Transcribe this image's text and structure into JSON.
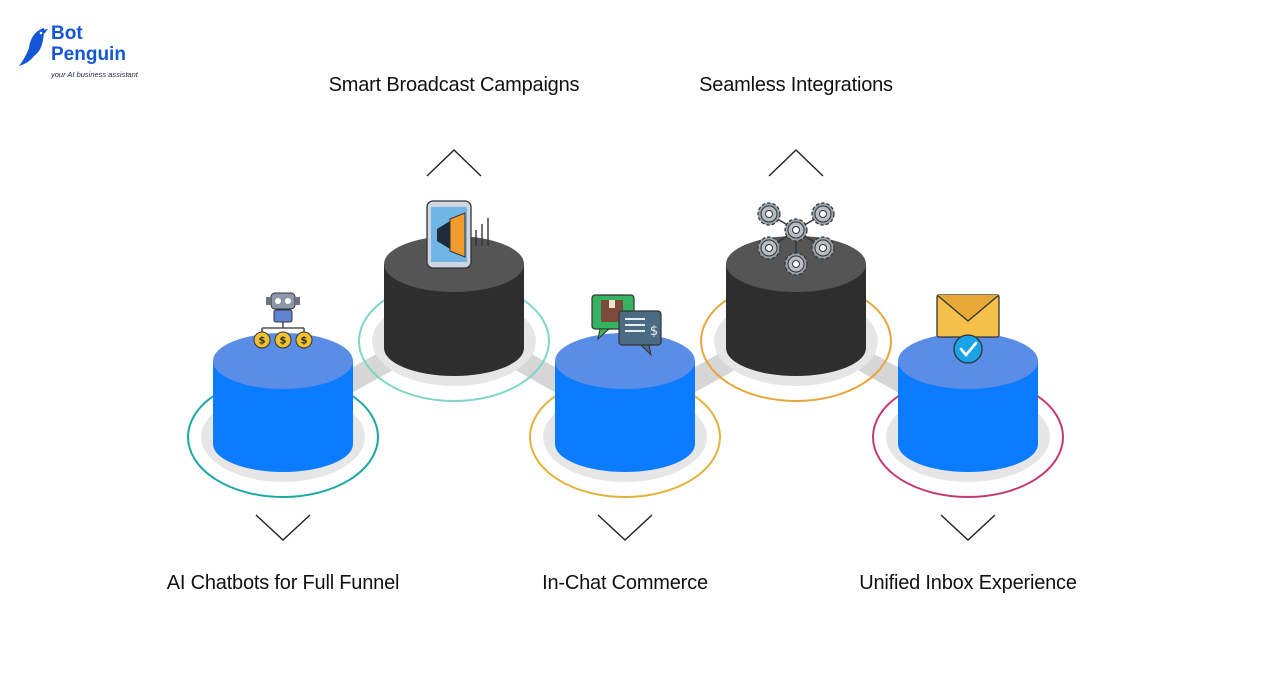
{
  "brand": {
    "line1": "Bot",
    "line2": "Penguin",
    "tagline": "your AI business assistant",
    "color": "#1357d6"
  },
  "steps": [
    {
      "label": "AI Chatbots for Full Funnel",
      "position": "bottom",
      "tone": "blue",
      "ring_color": "#1aa9a6",
      "icon": "robot-coins-icon"
    },
    {
      "label": "Smart Broadcast Campaigns",
      "position": "top",
      "tone": "dark",
      "ring_color": "#7ed6c4",
      "icon": "phone-megaphone-icon"
    },
    {
      "label": "In-Chat Commerce",
      "position": "bottom",
      "tone": "blue",
      "ring_color": "#e2b33a",
      "icon": "chat-bubbles-icon"
    },
    {
      "label": "Seamless Integrations",
      "position": "top",
      "tone": "dark",
      "ring_color": "#e8a53a",
      "icon": "gears-network-icon"
    },
    {
      "label": "Unified Inbox Experience",
      "position": "bottom",
      "tone": "blue",
      "ring_color": "#c43a73",
      "icon": "envelope-check-icon"
    }
  ]
}
